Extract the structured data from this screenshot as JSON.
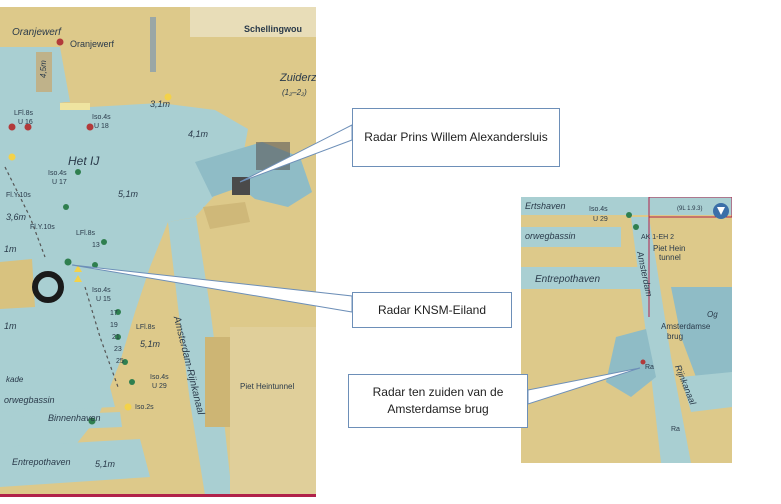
{
  "main_map": {
    "labels": {
      "oranjewerf_top": "Oranjewerf",
      "oranjewerf_2": "Oranjewerf",
      "schellingwoude": "Schellingwou",
      "zuiderzee": "Zuiderz",
      "zuiderzee_sub": "(1₂–2₂)",
      "depth_45": "4,5m",
      "depth_31": "3,1m",
      "depth_41": "4,1m",
      "het_ij": "Het IJ",
      "depth_51a": "5,1m",
      "depth_36": "3,6m",
      "depth_51b": "5,1m",
      "depth_1m_a": "1m",
      "depth_1m_b": "1m",
      "depth_51c": "5,1m",
      "amsterdam_rijnkanaal": "Amsterdam-Rijnkanaal",
      "piet_heintunnel": "Piet Heintunnel",
      "noorwegbassin": "orwegbassin",
      "binnenhaven": "Binnenhaven",
      "entrepothaven": "Entrepothaven",
      "lfl8s_1": "LFl.8s",
      "u16_1": "U 16",
      "iso4s_1": "Iso.4s",
      "u18_1": "U 18",
      "iso4s_2": "Iso.4s",
      "u17": "U 17",
      "fly10s_1": "Fl.Y.10s",
      "fly10s_2": "Fl.Y.10s",
      "lfl8s_2": "LFl.8s",
      "n13": "13",
      "iso4s_3": "Iso.4s",
      "u15": "U 15",
      "n17": "17",
      "n19": "19",
      "n21": "21",
      "lfl8s_3": "LFl.8s",
      "n23": "23",
      "n25": "25",
      "iso4s_4": "Iso.4s",
      "u29": "U 29",
      "iso2s": "Iso.2s",
      "kade": "kade"
    }
  },
  "inset_map": {
    "labels": {
      "ertshaven": "Ertshaven",
      "iso4s": "Iso.4s",
      "u29": "U 29",
      "noorwegbassin": "orwegbassin",
      "ak_eh": "AK 1-EH 2",
      "piet_hein": "Piet Hein",
      "tunnel": "tunnel",
      "entrepothaven": "Entrepothaven",
      "amsterdam": "Amsterdam",
      "rijnkanaal": "Rijnkanaal",
      "amsterdamse": "Amsterdamse",
      "brug": "brug",
      "ra_1": "Ra",
      "ra_2": "Ra",
      "og": "Og",
      "corner_ref": "(9L 1.9.3)"
    }
  },
  "callouts": {
    "prins_willem": "Radar Prins Willem Alexandersluis",
    "knsm": "Radar KNSM-Eiland",
    "brug": "Radar ten zuiden van de Amsterdamse brug"
  },
  "colors": {
    "chart_land": "#ddc98a",
    "chart_water": "#a9cfd2",
    "chart_shallow": "#8fbcc6",
    "callout_border": "#6d8fb8",
    "bottom_rule": "#b1224a"
  }
}
